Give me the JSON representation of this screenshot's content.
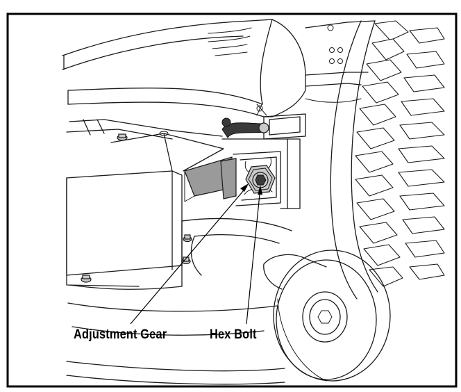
{
  "figure": {
    "callouts": [
      {
        "id": "adjustment-gear",
        "label": "Adjustment Gear"
      },
      {
        "id": "hex-bolt",
        "label": "Hex Bolt"
      }
    ],
    "colors": {
      "line": "#1a1a1a",
      "bracket_gray": "#9a9a9a",
      "hex_gray": "#c9c9c9",
      "handle_dark": "#3a3a3a",
      "background": "#ffffff"
    }
  }
}
